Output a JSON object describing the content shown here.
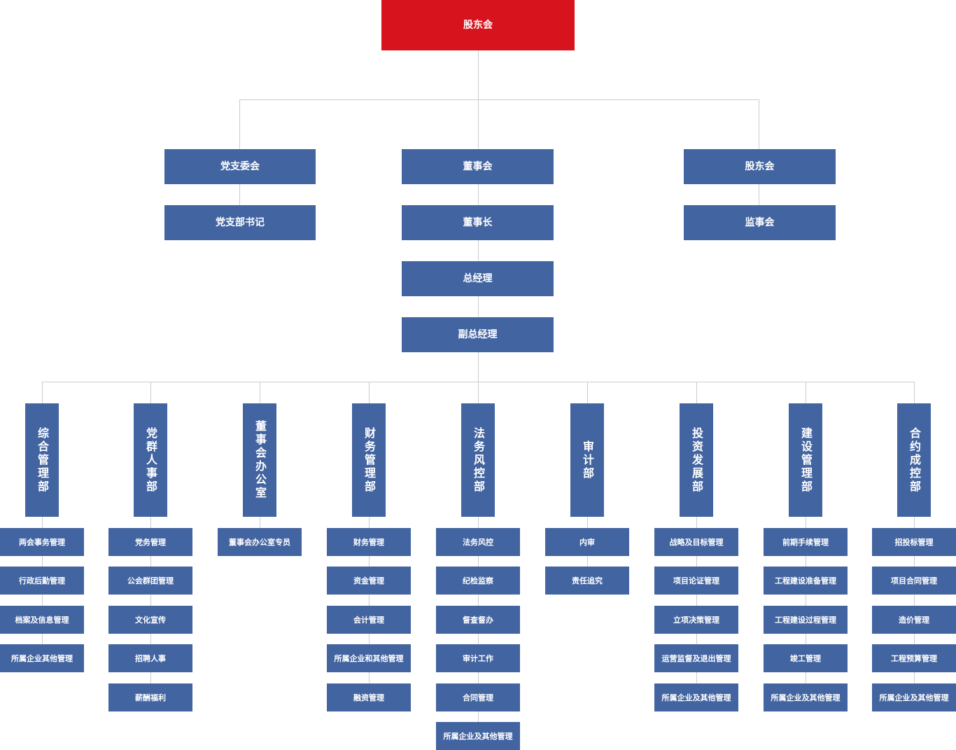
{
  "root": "股东会",
  "top_branches": [
    {
      "label": "党支委会",
      "child": "党支部书记"
    },
    {
      "label": "董事会",
      "chain": [
        "董事长",
        "总经理",
        "副总经理"
      ]
    },
    {
      "label": "股东会",
      "child": "监事会"
    }
  ],
  "departments": [
    {
      "name": "综合管理部",
      "subs": [
        "两会事务管理",
        "行政后勤管理",
        "档案及信息管理",
        "所属企业其他管理"
      ]
    },
    {
      "name": "党群人事部",
      "subs": [
        "党务管理",
        "公会群团管理",
        "文化宣传",
        "招聘人事",
        "薪酬福利"
      ]
    },
    {
      "name": "董事会办公室",
      "subs": [
        "董事会办公室专员"
      ]
    },
    {
      "name": "财务管理部",
      "subs": [
        "财务管理",
        "资金管理",
        "会计管理",
        "所属企业和其他管理",
        "融资管理"
      ]
    },
    {
      "name": "法务风控部",
      "subs": [
        "法务风控",
        "纪检监察",
        "督查督办",
        "审计工作",
        "合同管理",
        "所属企业及其他管理"
      ]
    },
    {
      "name": "审计部",
      "subs": [
        "内审",
        "责任追究"
      ]
    },
    {
      "name": "投资发展部",
      "subs": [
        "战略及目标管理",
        "项目论证管理",
        "立项决策管理",
        "运营监督及退出管理",
        "所属企业及其他管理"
      ]
    },
    {
      "name": "建设管理部",
      "subs": [
        "前期手续管理",
        "工程建设准备管理",
        "工程建设过程管理",
        "竣工管理",
        "所属企业及其他管理"
      ]
    },
    {
      "name": "合约成控部",
      "subs": [
        "招投标管理",
        "项目合同管理",
        "造价管理",
        "工程预算管理",
        "所属企业及其他管理"
      ]
    }
  ],
  "colors": {
    "root": "#d7141e",
    "box": "#4264a0",
    "line": "#cccccc",
    "text": "#ffffff"
  }
}
